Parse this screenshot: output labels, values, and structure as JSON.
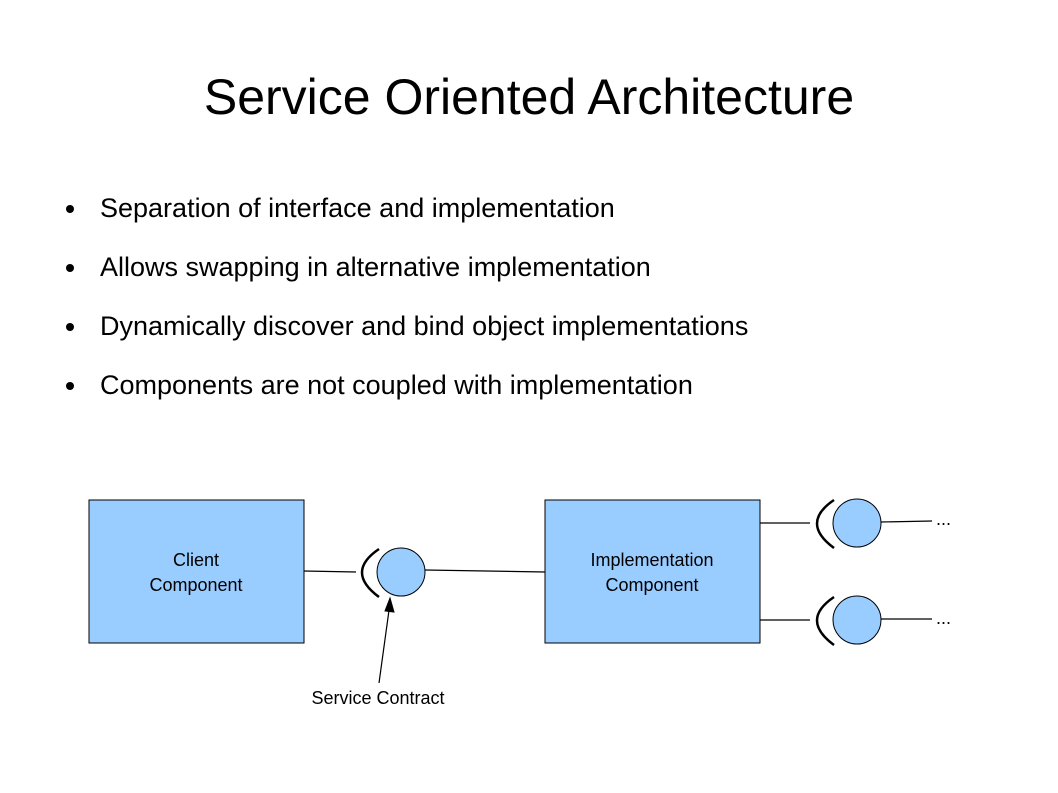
{
  "title": "Service Oriented Architecture",
  "bullets": [
    "Separation of interface and implementation",
    "Allows swapping in alternative implementation",
    "Dynamically discover and bind object implementations",
    "Components are not coupled with implementation"
  ],
  "diagram": {
    "client_component": [
      "Client",
      "Component"
    ],
    "implementation_component": [
      "Implementation",
      "Component"
    ],
    "service_contract_label": "Service Contract",
    "ellipsis_top": "...",
    "ellipsis_bottom": "...",
    "colors": {
      "component_fill": "#99ccff",
      "interface_fill": "#99ccff",
      "line": "#000000"
    }
  }
}
